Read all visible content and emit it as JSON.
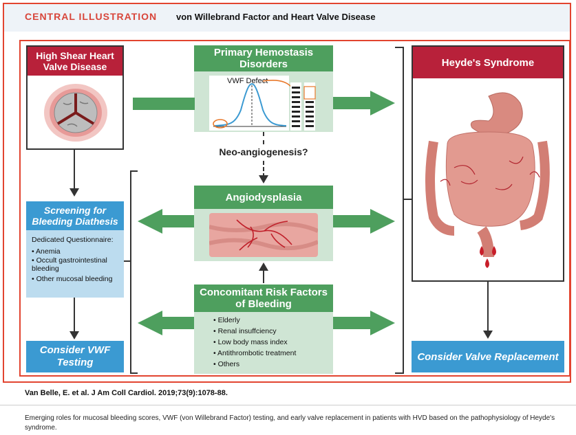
{
  "header": {
    "label": "CENTRAL ILLUSTRATION",
    "title": "von Willebrand Factor and Heart Valve Disease"
  },
  "boxes": {
    "high_shear": {
      "title": "High Shear Heart Valve Disease"
    },
    "screening": {
      "title": "Screening for Bleeding Diathesis",
      "subtitle": "Dedicated Questionnaire:",
      "items": [
        "• Anemia",
        "• Occult gastrointestinal bleeding",
        "• Other mucosal bleeding"
      ]
    },
    "consider_vwf": {
      "title": "Consider VWF Testing"
    },
    "primary": {
      "title": "Primary Hemostasis Disorders",
      "chart_label": "VWF Defect"
    },
    "neo": {
      "label": "Neo-angiogenesis?"
    },
    "angio": {
      "title": "Angiodysplasia"
    },
    "risk": {
      "title": "Concomitant Risk Factors of Bleeding",
      "items": [
        "• Elderly",
        "• Renal insuffciency",
        "• Low body mass index",
        "• Antithrombotic treatment",
        "• Others"
      ]
    },
    "heyde": {
      "title": "Heyde's Syndrome"
    },
    "valve_replacement": {
      "title": "Consider Valve Replacement"
    }
  },
  "citation": "Van Belle, E. et al. J Am Coll Cardiol. 2019;73(9):1078-88.",
  "caption": "Emerging roles for mucosal bleeding scores, VWF (von Willebrand Factor) testing, and early valve replacement in patients with HVD based on the pathophysiology of Heyde's syndrome.",
  "colors": {
    "accent_red": "#e2442f",
    "box_red": "#b8213a",
    "box_green": "#4e9f5e",
    "box_blue": "#3b9ad2",
    "light_blue": "#bcdcef",
    "light_green": "#cfe5d4"
  }
}
